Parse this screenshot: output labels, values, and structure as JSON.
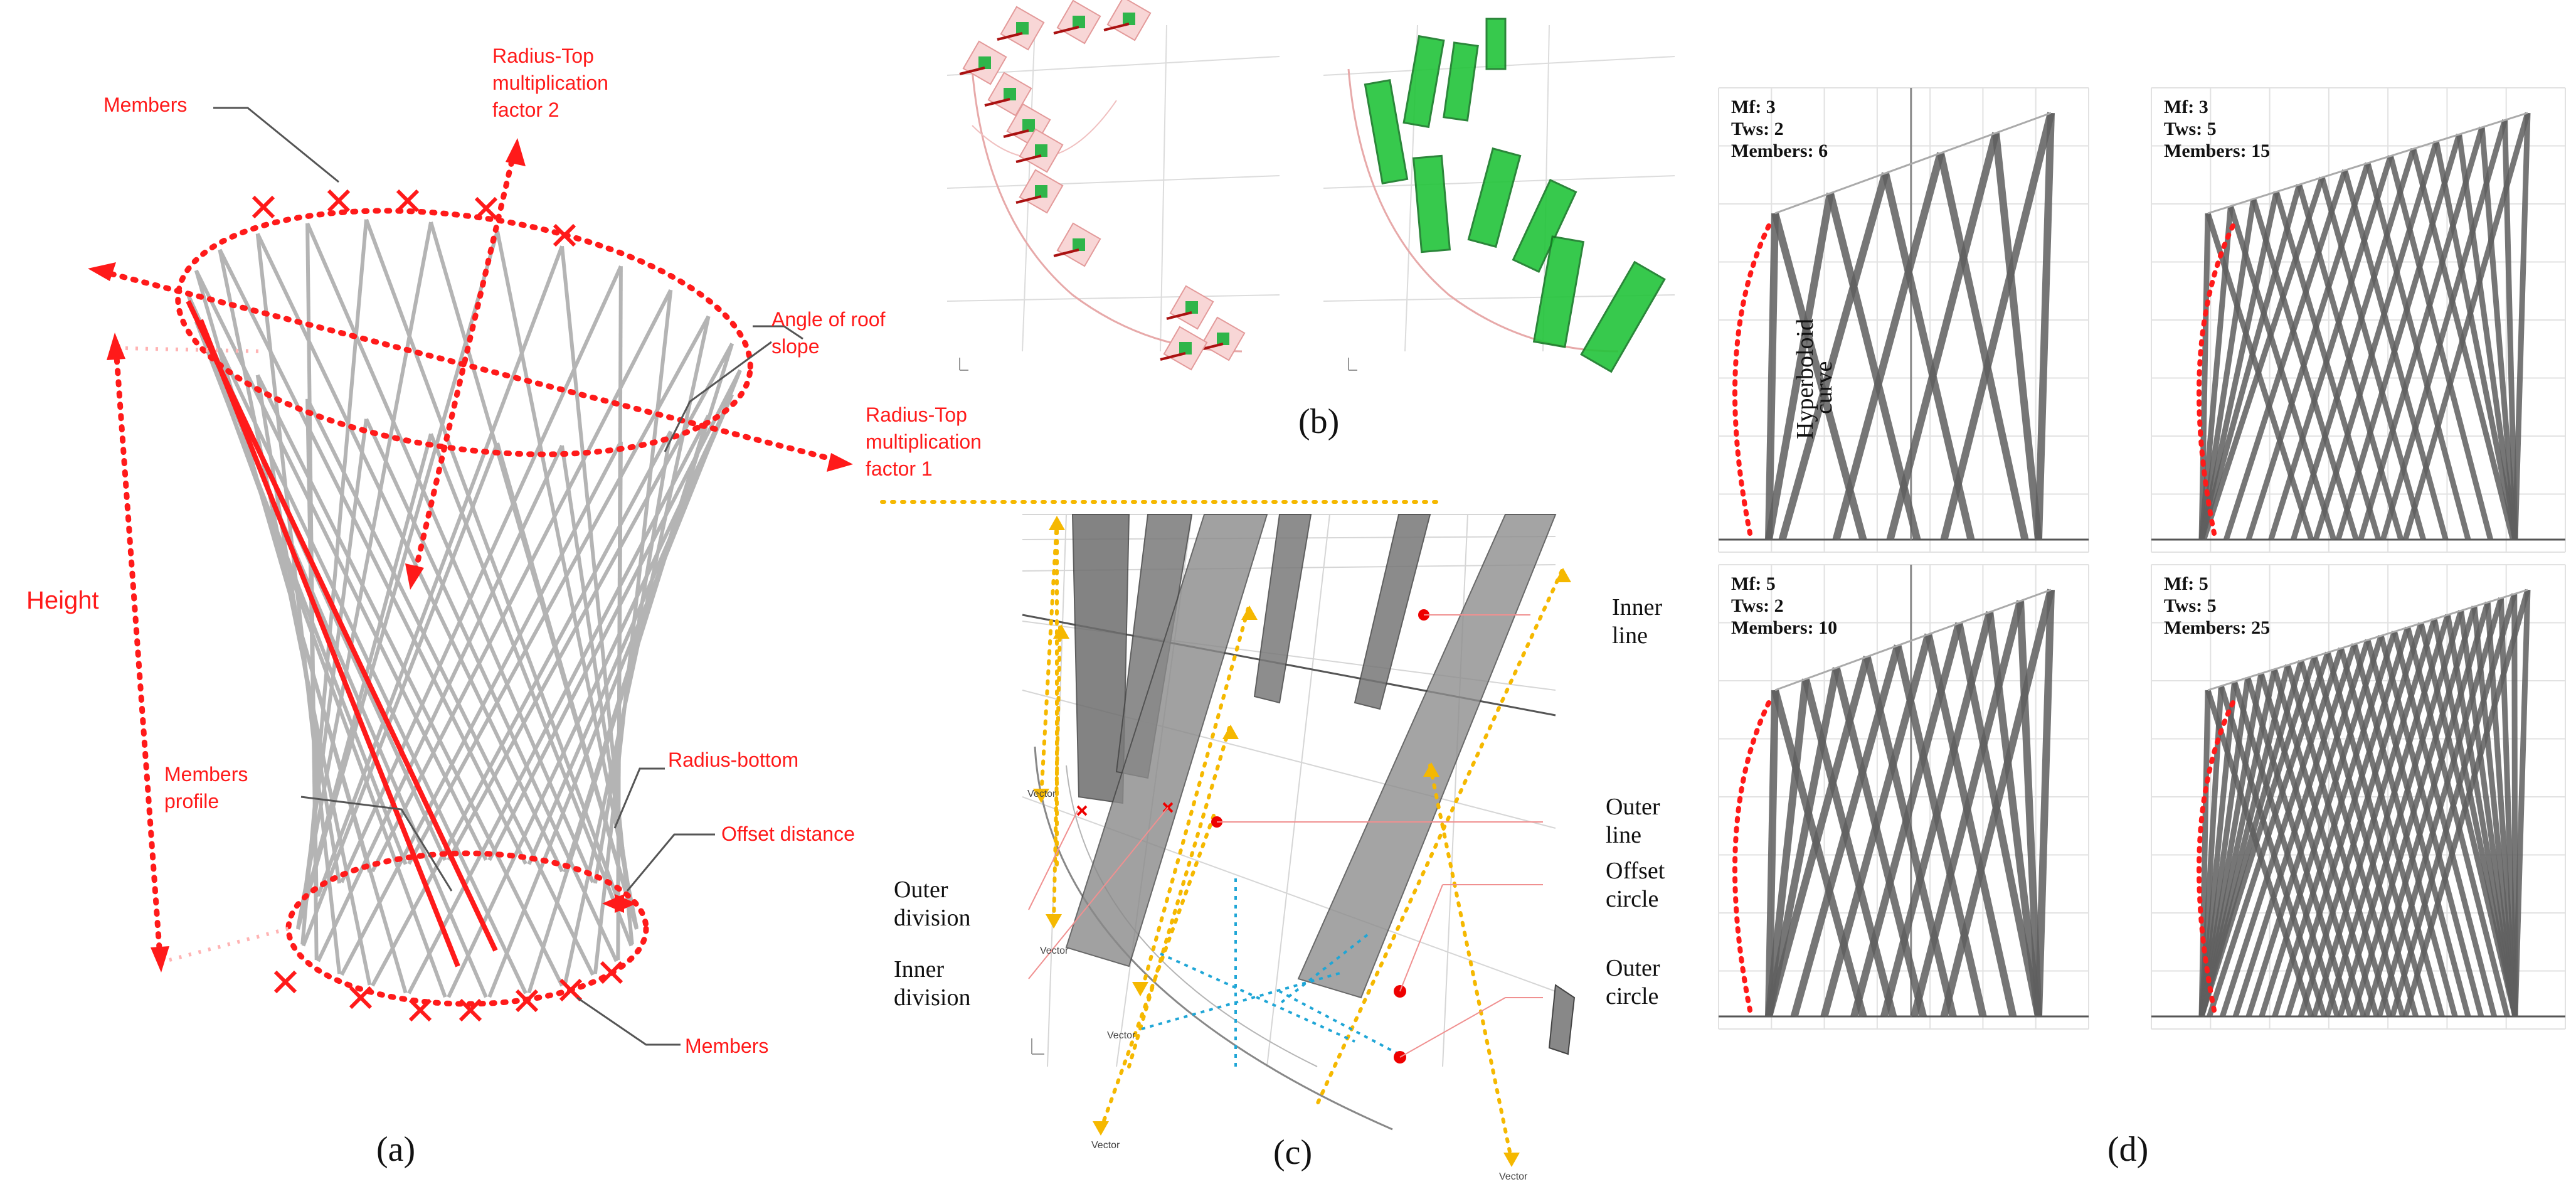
{
  "panel_a": {
    "caption": "(a)",
    "labels": {
      "members_top": "Members",
      "radius_top_2_line1": "Radius-Top",
      "radius_top_2_line2": "multiplication",
      "radius_top_2_line3": "factor 2",
      "angle_line1": "Angle  of roof",
      "angle_line2": "slope",
      "radius_top_1_line1": "Radius-Top",
      "radius_top_1_line2": "multiplication",
      "radius_top_1_line3": "factor 1",
      "height": "Height",
      "profile_line1": "Members",
      "profile_line2": "profile",
      "radius_bottom": "Radius-bottom",
      "offset_distance": "Offset distance",
      "members_bottom": "Members"
    }
  },
  "panel_b": {
    "caption": "(b)"
  },
  "panel_c": {
    "caption": "(c)",
    "labels": {
      "inner_line_1": "Inner",
      "inner_line_2": "line",
      "outer_line_1": "Outer",
      "outer_line_2": "line",
      "offset_circle_1": "Offset",
      "offset_circle_2": "circle",
      "outer_circle_1": "Outer",
      "outer_circle_2": "circle",
      "outer_division_1": "Outer",
      "outer_division_2": "division",
      "inner_division_1": "Inner",
      "inner_division_2": "division",
      "vector": "Vector"
    }
  },
  "panel_d": {
    "caption": "(d)",
    "hyperboloid_1": "Hyperboloid",
    "hyperboloid_2": "curve",
    "variants": [
      {
        "mf": "Mf: 3",
        "tws": "Tws: 2",
        "members": "Members: 6"
      },
      {
        "mf": "Mf: 3",
        "tws": "Tws: 5",
        "members": "Members: 15"
      },
      {
        "mf": "Mf: 5",
        "tws": "Tws: 2",
        "members": "Members: 10"
      },
      {
        "mf": "Mf: 5",
        "tws": "Tws: 5",
        "members": "Members: 25"
      }
    ]
  },
  "colors": {
    "annotation": "#ff1a1a",
    "vector": "#f5b800",
    "member": "#6b6b6b",
    "green": "#22c43a",
    "axis": "#1fa6d6"
  }
}
